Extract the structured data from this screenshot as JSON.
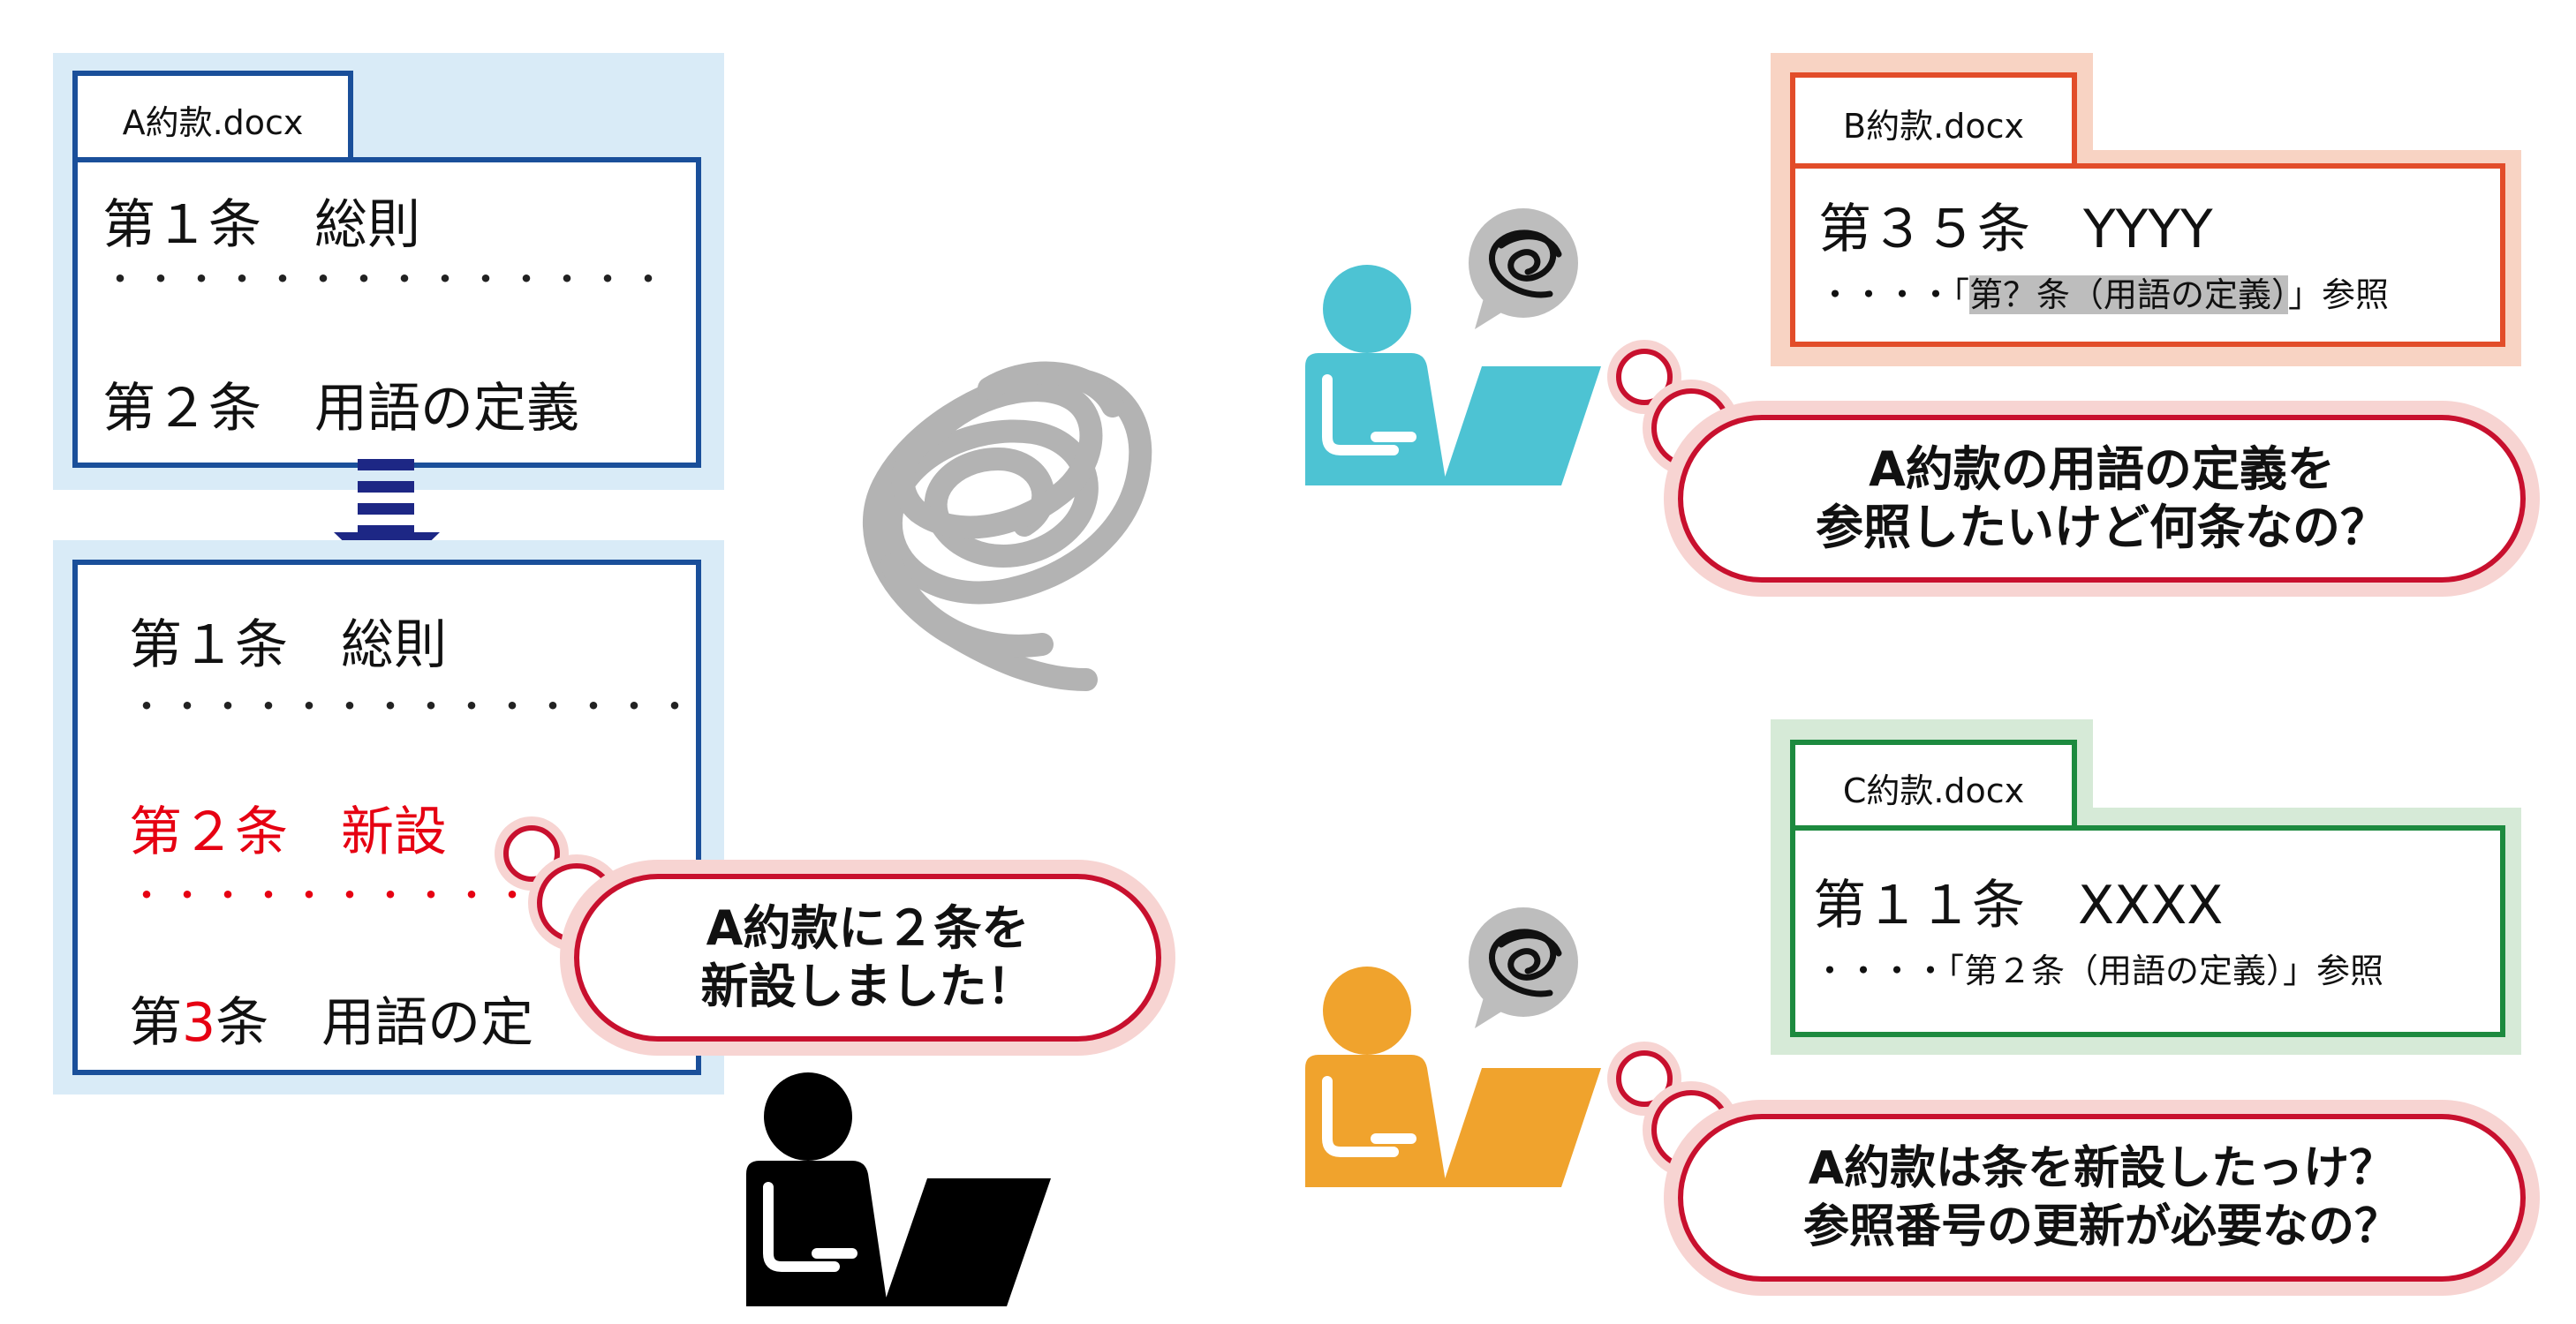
{
  "doc_a": {
    "filename": "A約款.docx",
    "before": {
      "line1": "第１条　総則",
      "dots": "・・・・・・・・・・・・・・",
      "line2": "第２条　用語の定義"
    },
    "after": {
      "line1": "第１条　総則",
      "dots1": "・・・・・・・・・・・・・・",
      "line2": "第２条　新設",
      "dots2": "・・・・・・・・・・",
      "line3_prefix": "第",
      "line3_num": "3",
      "line3_rest": "条　用語の定"
    },
    "bubble": {
      "line1": "A約款に２条を",
      "line2": "新設しました！"
    }
  },
  "doc_b": {
    "filename": "B約款.docx",
    "line1": "第３５条　YYYY",
    "ref_prefix": "・・・・「",
    "ref_highlight": "第？条（用語の定義）",
    "ref_suffix": "」参照",
    "bubble": {
      "line1": "A約款の用語の定義を",
      "line2": "参照したいけど何条なの？"
    }
  },
  "doc_c": {
    "filename": "C約款.docx",
    "line1": "第１１条　XXXX",
    "ref": "・・・・「第２条（用語の定義）」参照",
    "bubble": {
      "line1": "A約款は条を新設したっけ？",
      "line2": "参照番号の更新が必要なの？"
    }
  },
  "colors": {
    "person_black": "#000000",
    "person_cyan": "#4dc3d3",
    "person_orange": "#f0a32d",
    "scribble_gray": "#b3b3b3"
  }
}
